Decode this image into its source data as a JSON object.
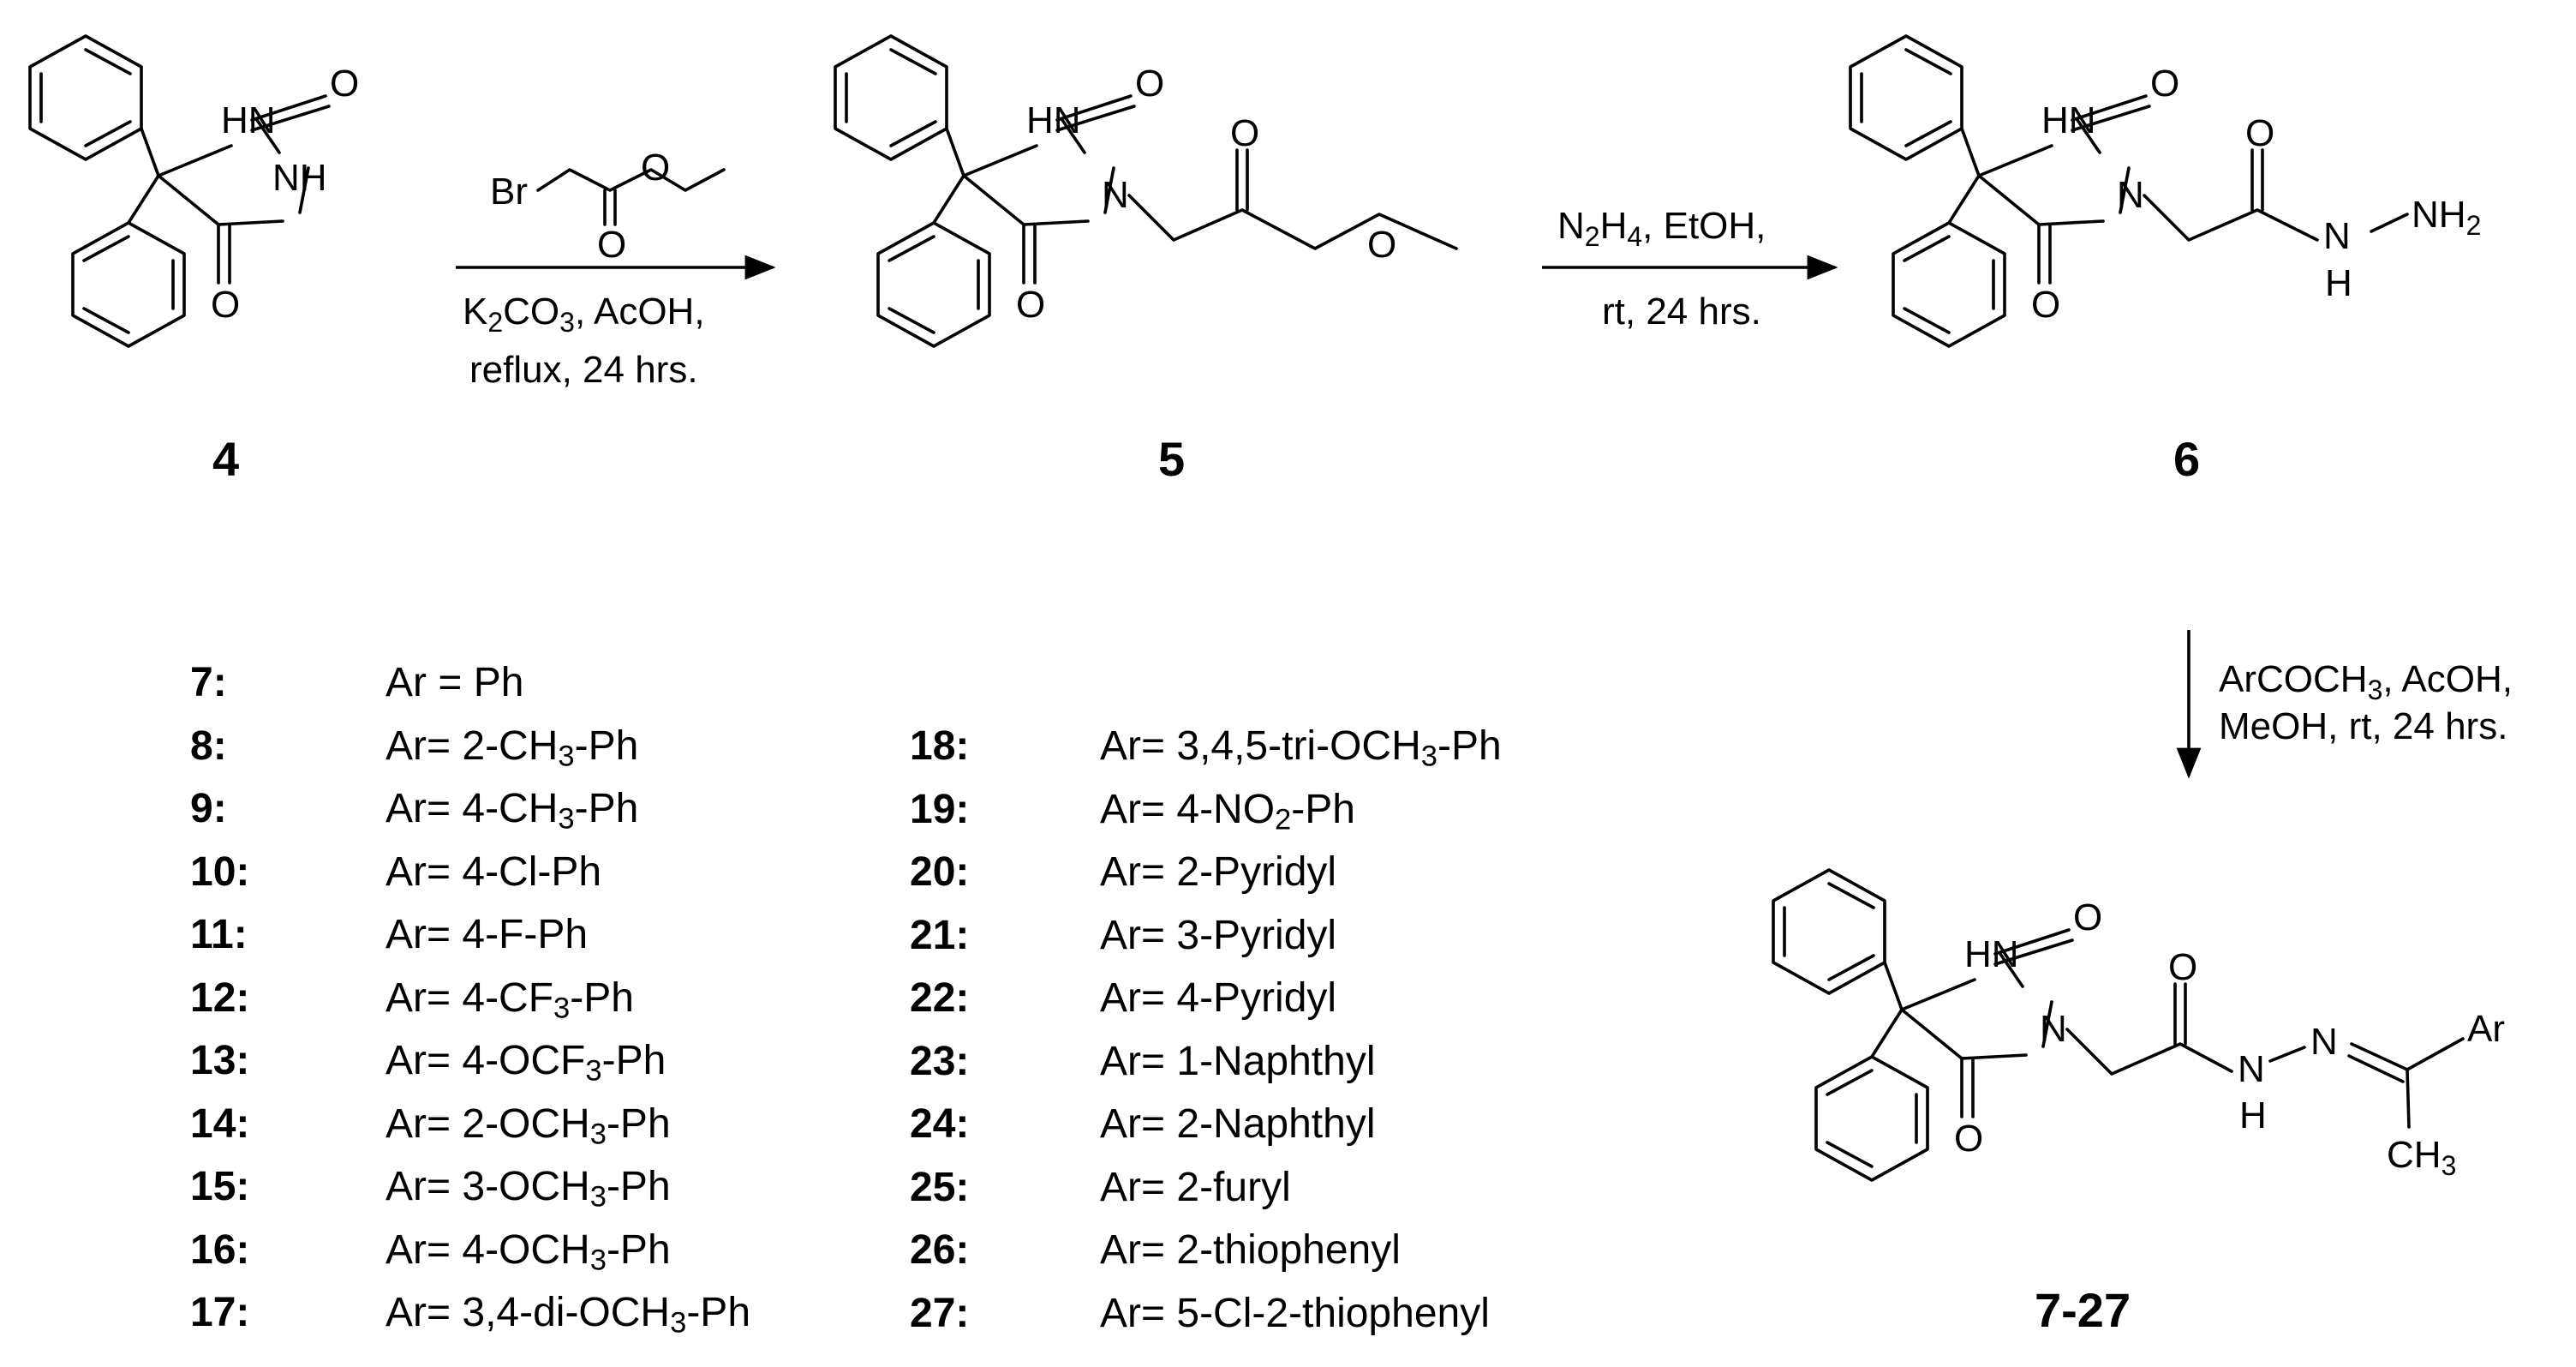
{
  "compound_labels": {
    "c4": "4",
    "c5": "5",
    "c6": "6",
    "c7_27": "7-27"
  },
  "atoms": {
    "hn": "HN",
    "nh": "NH",
    "n": "N",
    "o": "O",
    "h": "H",
    "br": "Br",
    "ar": "Ar",
    "nh2_n": "NH",
    "nh2_sub": "2",
    "ch3_c": "CH",
    "ch3_sub": "3"
  },
  "step1": {
    "line1_a": "K",
    "line1_sub1": "2",
    "line1_b": "CO",
    "line1_sub2": "3",
    "line1_c": ", AcOH,",
    "line2": "reflux, 24 hrs."
  },
  "step2": {
    "line1_a": "N",
    "line1_sub1": "2",
    "line1_b": "H",
    "line1_sub2": "4",
    "line1_c": ", EtOH,",
    "line2": "rt, 24 hrs."
  },
  "step3": {
    "line1_a": "ArCOCH",
    "line1_sub1": "3",
    "line1_c": ", AcOH,",
    "line2": "MeOH, rt, 24 hrs."
  },
  "list_left": [
    {
      "num": "7:",
      "pre": "Ar = Ph",
      "sub": "",
      "post": ""
    },
    {
      "num": "8:",
      "pre": "Ar= 2-CH",
      "sub": "3",
      "post": "-Ph"
    },
    {
      "num": "9:",
      "pre": "Ar= 4-CH",
      "sub": "3",
      "post": "-Ph"
    },
    {
      "num": "10:",
      "pre": "Ar= 4-Cl-Ph",
      "sub": "",
      "post": ""
    },
    {
      "num": "11:",
      "pre": "Ar= 4-F-Ph",
      "sub": "",
      "post": ""
    },
    {
      "num": "12:",
      "pre": "Ar= 4-CF",
      "sub": "3",
      "post": "-Ph"
    },
    {
      "num": "13:",
      "pre": "Ar= 4-OCF",
      "sub": "3",
      "post": "-Ph"
    },
    {
      "num": "14:",
      "pre": "Ar= 2-OCH",
      "sub": "3",
      "post": "-Ph"
    },
    {
      "num": "15:",
      "pre": "Ar= 3-OCH",
      "sub": "3",
      "post": "-Ph"
    },
    {
      "num": "16:",
      "pre": "Ar= 4-OCH",
      "sub": "3",
      "post": "-Ph"
    },
    {
      "num": "17:",
      "pre": "Ar= 3,4-di-OCH",
      "sub": "3",
      "post": "-Ph"
    }
  ],
  "list_right": [
    {
      "num": "18:",
      "pre": "Ar= 3,4,5-tri-OCH",
      "sub": "3",
      "post": "-Ph"
    },
    {
      "num": "19:",
      "pre": "Ar= 4-NO",
      "sub": "2",
      "post": "-Ph"
    },
    {
      "num": "20:",
      "pre": "Ar= 2-Pyridyl",
      "sub": "",
      "post": ""
    },
    {
      "num": "21:",
      "pre": "Ar= 3-Pyridyl",
      "sub": "",
      "post": ""
    },
    {
      "num": "22:",
      "pre": "Ar= 4-Pyridyl",
      "sub": "",
      "post": ""
    },
    {
      "num": "23:",
      "pre": "Ar= 1-Naphthyl",
      "sub": "",
      "post": ""
    },
    {
      "num": "24:",
      "pre": "Ar= 2-Naphthyl",
      "sub": "",
      "post": ""
    },
    {
      "num": "25:",
      "pre": "Ar= 2-furyl",
      "sub": "",
      "post": ""
    },
    {
      "num": "26:",
      "pre": "Ar= 2-thiophenyl",
      "sub": "",
      "post": ""
    },
    {
      "num": "27:",
      "pre": "Ar= 5-Cl-2-thiophenyl",
      "sub": "",
      "post": ""
    }
  ]
}
